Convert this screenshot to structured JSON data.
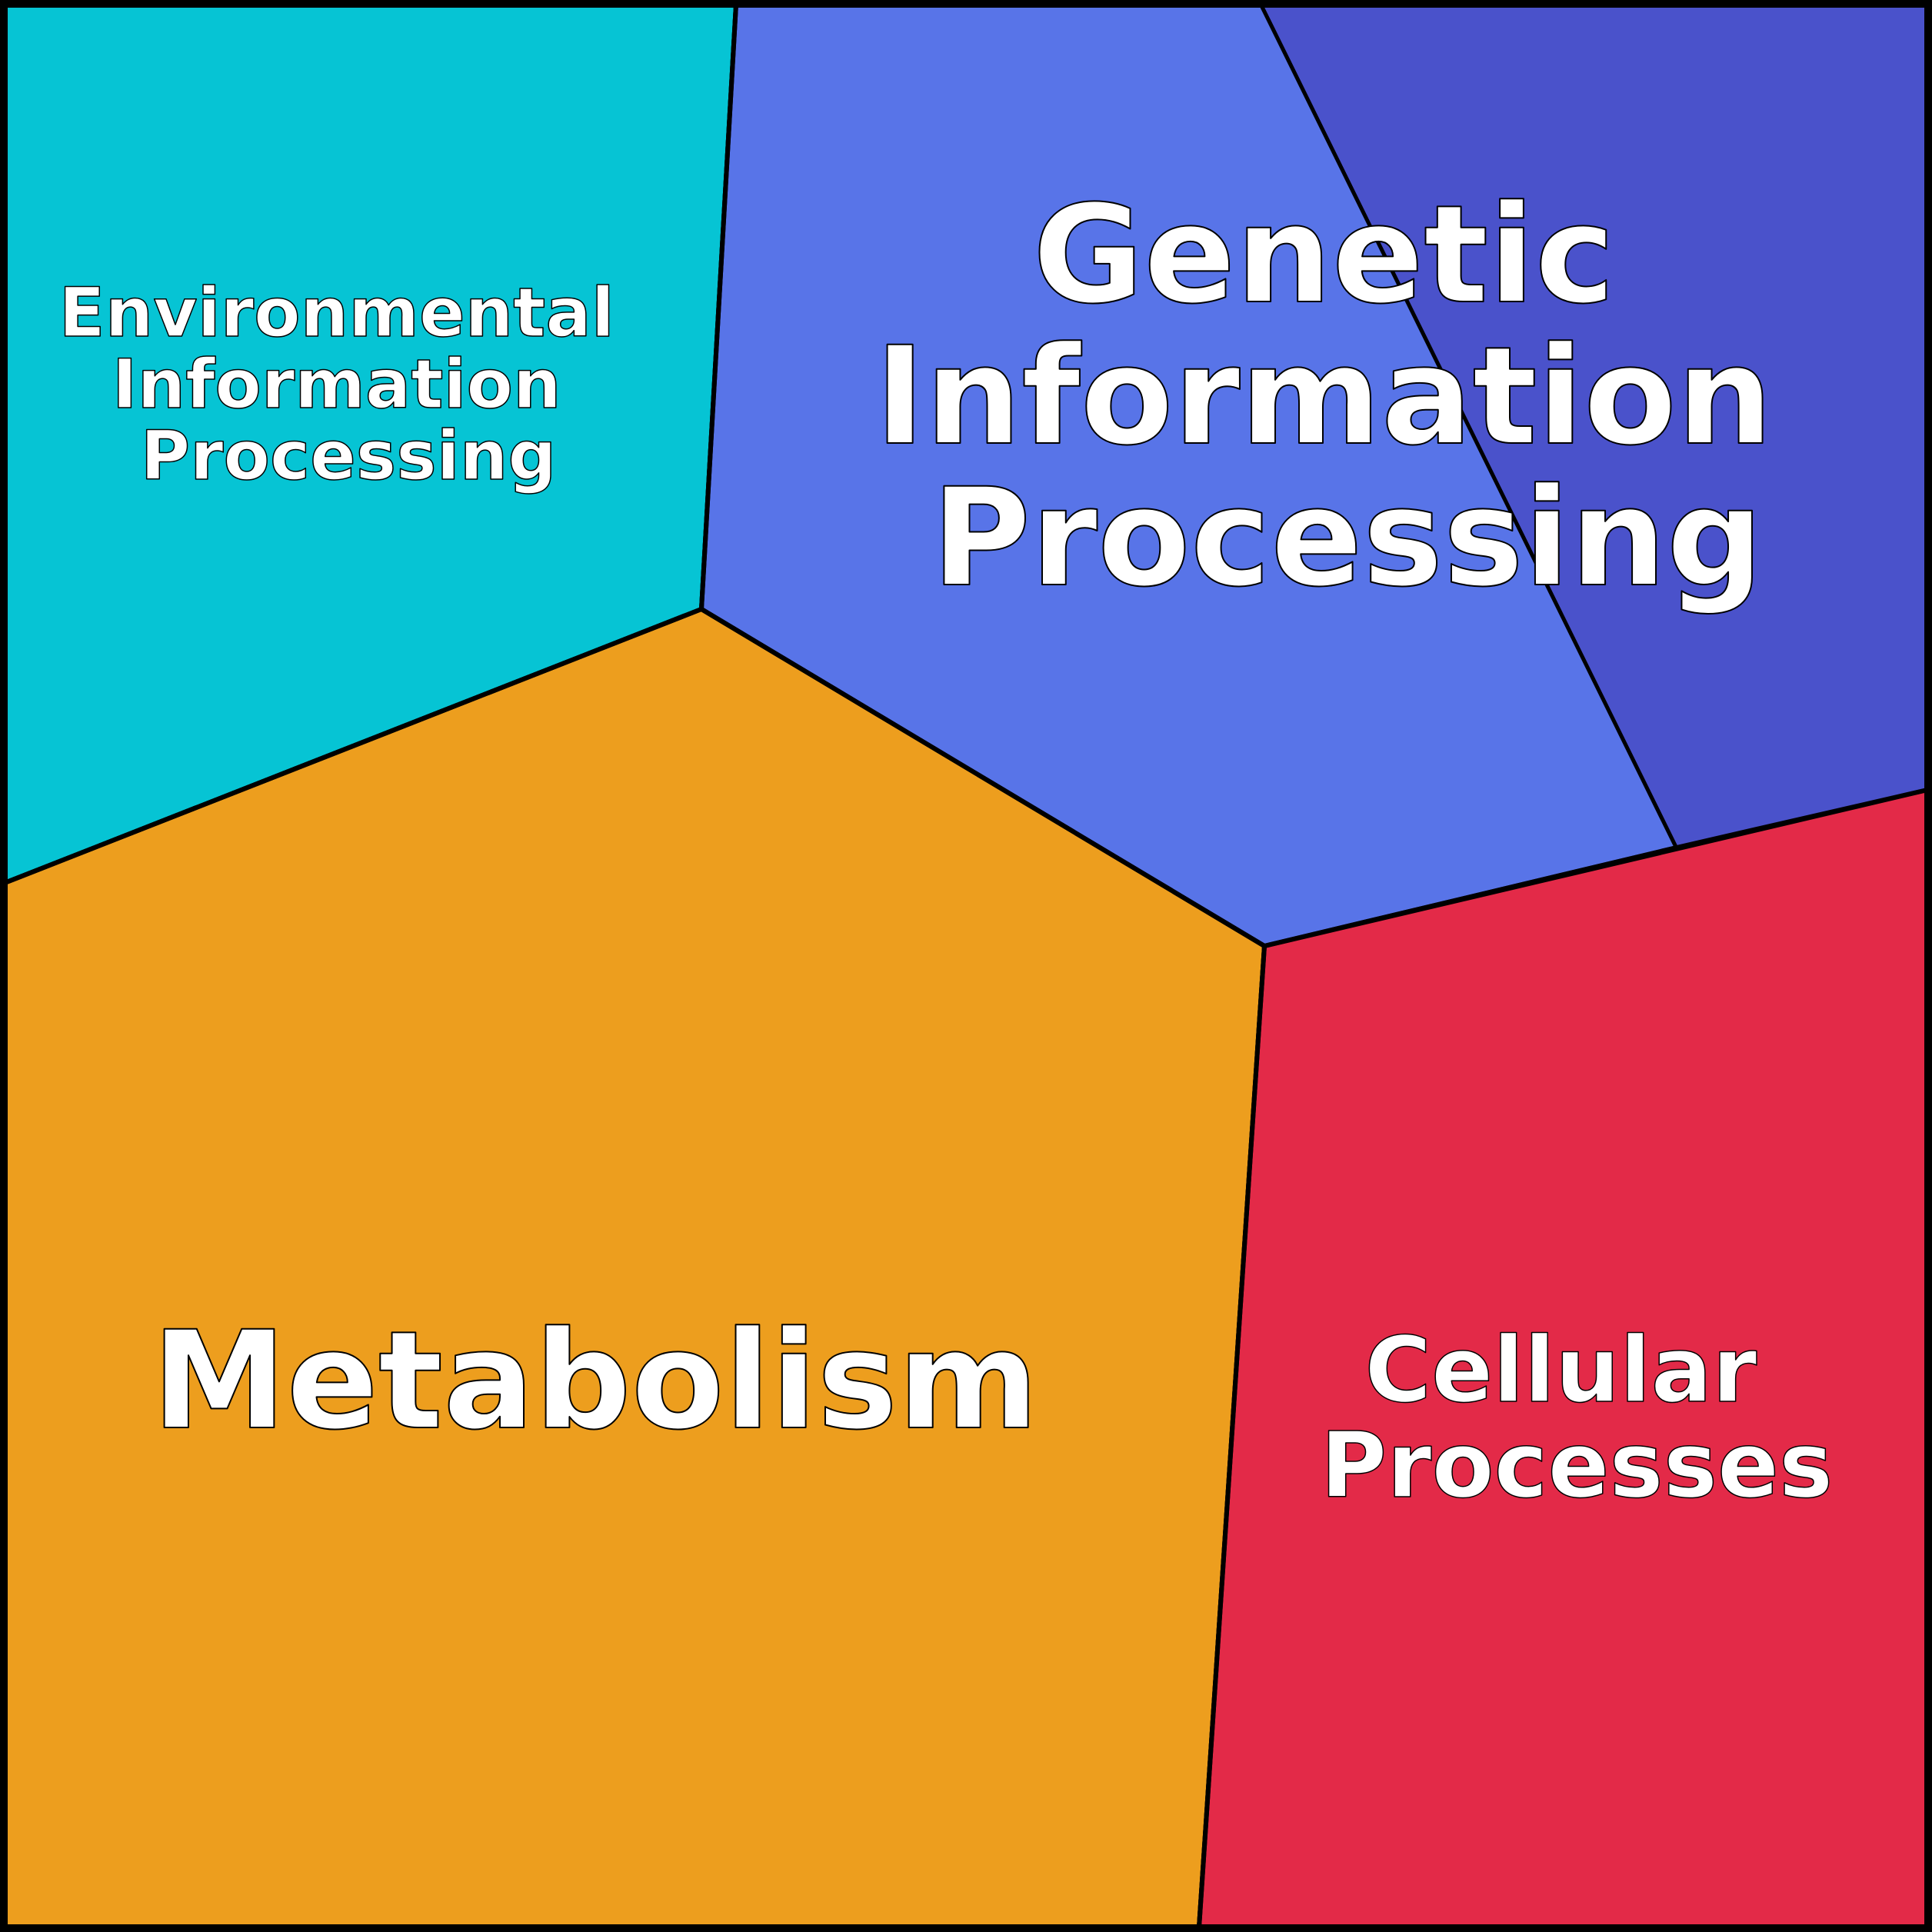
{
  "colors": {
    "environmental": "#06C4D4",
    "genetic": "#5874E8",
    "genetic_sub": "#4A52CB",
    "metabolism": "#ED9E1E",
    "cellular": "#E32A48",
    "border": "#000000",
    "label": "#FFFFFF"
  },
  "categories": {
    "environmental": {
      "lines": [
        "Environmental",
        "Information",
        "Processing"
      ]
    },
    "genetic": {
      "lines": [
        "Genetic",
        "Information",
        "Processing"
      ]
    },
    "metabolism": {
      "lines": [
        "Metabolism"
      ]
    },
    "cellular": {
      "lines": [
        "Cellular",
        "Processes"
      ]
    }
  }
}
